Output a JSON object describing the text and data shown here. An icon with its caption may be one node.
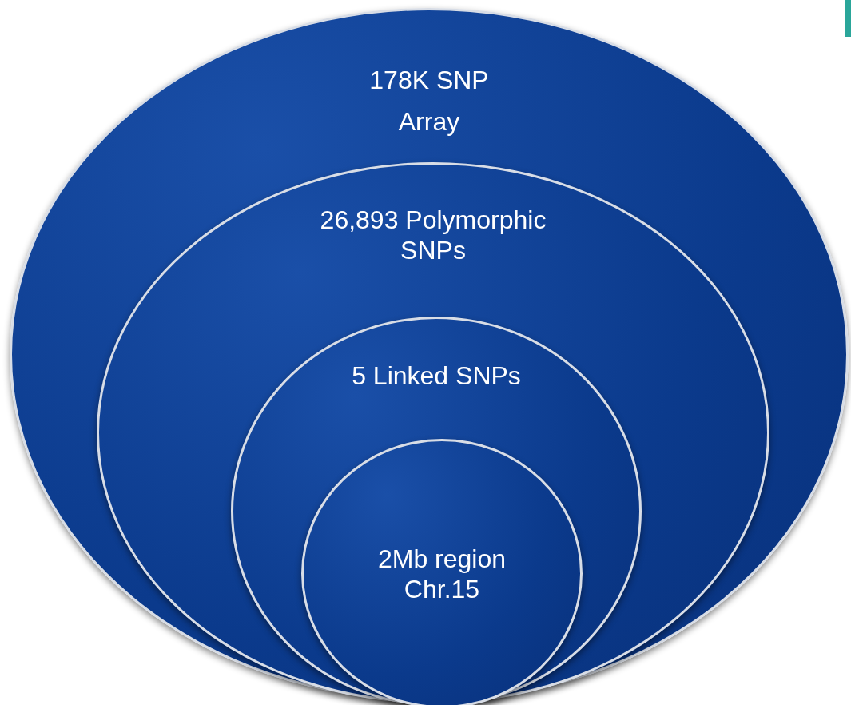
{
  "diagram": {
    "nodes": [
      {
        "text": [
          "178K SNP",
          "Array"
        ]
      },
      {
        "text": [
          "26,893 Polymorphic SNPs"
        ],
        "in": 0
      },
      {
        "text": [
          "5 Linked SNPs"
        ],
        "in": 1
      },
      {
        "text": [
          "2Mb region Chr.15"
        ],
        "in": 2
      }
    ]
  }
}
